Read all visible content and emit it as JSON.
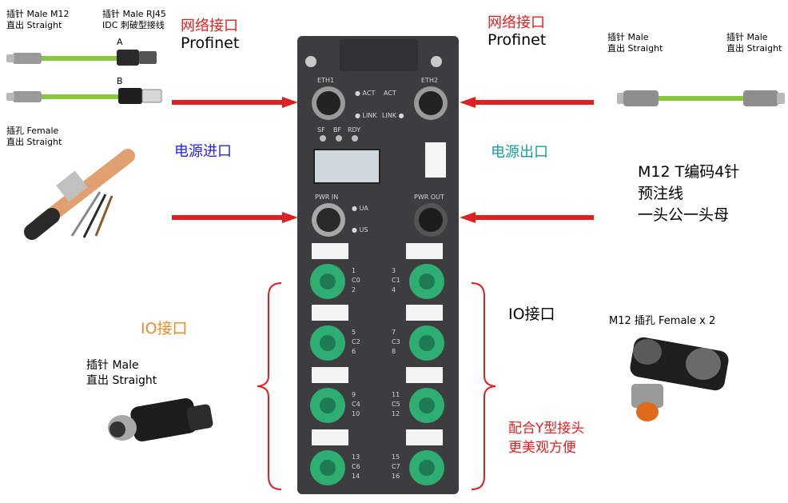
{
  "left": {
    "top_cable_a_label": [
      "插针 Male M12",
      "直出 Straight"
    ],
    "top_cable_b_label": [
      "插针 Male RJ45",
      "IDC 刺破型接线"
    ],
    "marker_a": "A",
    "marker_b": "B",
    "power_cable_label": [
      "插孔 Female",
      "直出 Straight"
    ],
    "io_title": "IO接口",
    "io_plug_label": [
      "插针 Male",
      "直出 Straight"
    ]
  },
  "left_network": {
    "zh": "网络接口",
    "en": "Profinet"
  },
  "left_power": "电源进口",
  "right_network": {
    "zh": "网络接口",
    "en": "Profinet"
  },
  "right_power": "电源出口",
  "right": {
    "cable_label_left": [
      "插针 Male",
      "直出 Straight"
    ],
    "cable_label_right": [
      "插针 Male",
      "直出 Straight"
    ],
    "precable_text": [
      "M12  T编码4针",
      "预注线",
      "一头公一头母"
    ],
    "io_title": "IO接口",
    "y_connector_label": "M12 插孔 Female x 2",
    "y_note": [
      "配合Y型接头",
      "更美观方便"
    ]
  },
  "device": {
    "eth1": "ETH1",
    "eth2": "ETH2",
    "act": "ACT",
    "link": "LINK",
    "sf": "SF",
    "bf": "BF",
    "rdy": "RDY",
    "pwr_in": "PWR IN",
    "pwr_out": "PWR OUT",
    "ua": "UA",
    "us": "US",
    "left_ports": [
      {
        "a": "1",
        "c": "C0",
        "b": "2"
      },
      {
        "a": "5",
        "c": "C2",
        "b": "6"
      },
      {
        "a": "9",
        "c": "C4",
        "b": "10"
      },
      {
        "a": "13",
        "c": "C6",
        "b": "14"
      }
    ],
    "right_ports": [
      {
        "a": "3",
        "c": "C1",
        "b": "4"
      },
      {
        "a": "7",
        "c": "C3",
        "b": "8"
      },
      {
        "a": "11",
        "c": "C5",
        "b": "12"
      },
      {
        "a": "15",
        "c": "C7",
        "b": "16"
      }
    ]
  },
  "colors": {
    "arrow_red": "#e02020",
    "device_body": "#3d3d40",
    "port_green": "#2fae74",
    "cable_green": "#8cc63f",
    "cable_orange": "#e0a070"
  }
}
